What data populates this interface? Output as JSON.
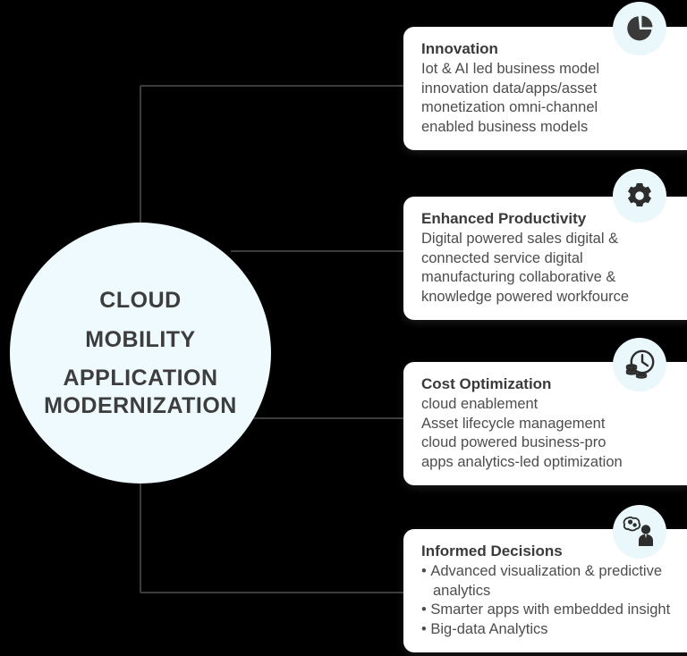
{
  "hub": {
    "lines": [
      "CLOUD",
      "MOBILITY",
      "APPLICATION",
      "MODERNIZATION"
    ],
    "bg_color": "#eefafd",
    "text_color": "#3d3d3d"
  },
  "theme": {
    "background": "#000000",
    "card_background": "#ffffff",
    "icon_badge_color": "#eaf7fb",
    "icon_color": "#3a3a3a",
    "connector_color": "#3c3c3c",
    "body_text_color": "#4d4d4d",
    "title_text_color": "#3a3a3a"
  },
  "cards": [
    {
      "id": "innovation",
      "title": "Innovation",
      "icon": "pie-chart-icon",
      "body": "Iot & AI led business model\ninnovation data/apps/asset\nmonetization omni-channel\nenabled business models",
      "bullets": null
    },
    {
      "id": "productivity",
      "title": "Enhanced Productivity",
      "icon": "gear-icon",
      "body": "Digital powered sales digital &\nconnected service digital\nmanufacturing collaborative &\nknowledge powered workfource",
      "bullets": null
    },
    {
      "id": "cost",
      "title": "Cost Optimization",
      "icon": "clock-coins-icon",
      "body": "cloud enablement\nAsset lifecycle management\ncloud powered business-pro\napps analytics-led optimization",
      "bullets": null
    },
    {
      "id": "decisions",
      "title": "Informed Decisions",
      "icon": "person-thought-gears-icon",
      "body": null,
      "bullets": [
        "Advanced visualization & predictive analytics",
        "Smarter apps with embedded insight",
        "Big-data Analytics"
      ]
    }
  ]
}
